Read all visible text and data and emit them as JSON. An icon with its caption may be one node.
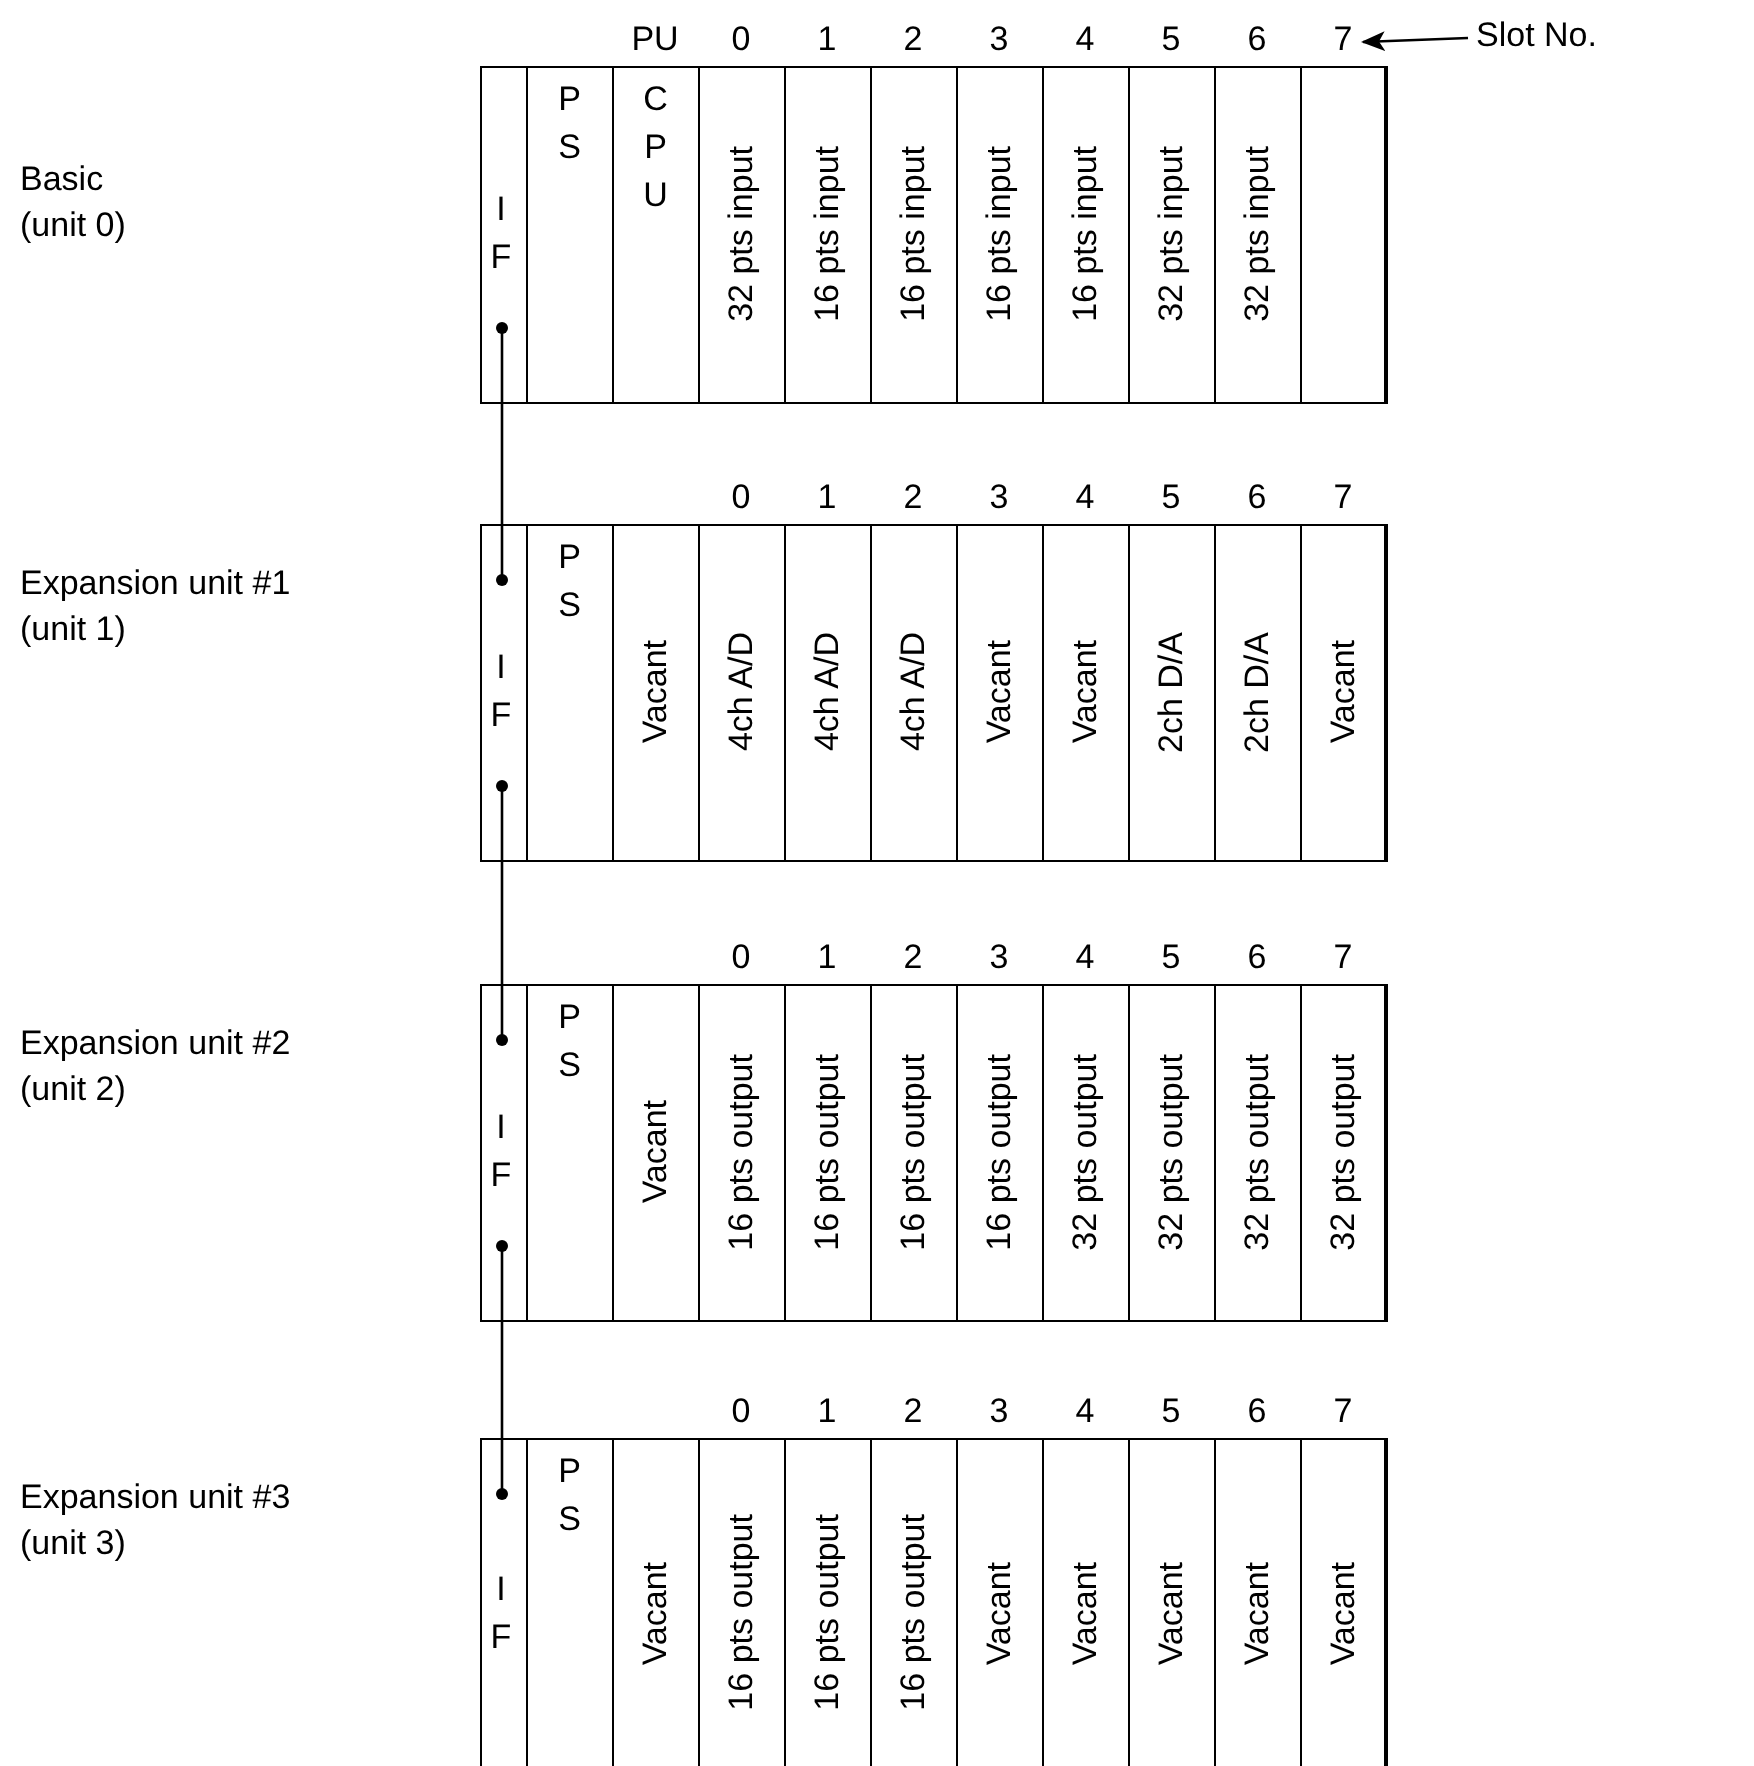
{
  "diagram": {
    "nodes": [
      {
        "text": [],
        "shape": "box"
      },
      {
        "text": [
          "I F"
        ],
        "in": 0
      },
      {
        "text": [
          "P S"
        ],
        "in": 0
      },
      {
        "text": [
          "C P U"
        ],
        "in": 0,
        "beside": [
          "PU"
        ]
      },
      {
        "text": [
          "32 pts input"
        ],
        "in": 0,
        "beside": [
          "0"
        ]
      },
      {
        "text": [
          "16 pts input"
        ],
        "in": 0,
        "beside": [
          "1"
        ]
      },
      {
        "text": [
          "16 pts input"
        ],
        "in": 0,
        "beside": [
          "2"
        ]
      },
      {
        "text": [
          "16 pts input"
        ],
        "in": 0,
        "beside": [
          "3"
        ]
      },
      {
        "text": [
          "16 pts input"
        ],
        "in": 0,
        "beside": [
          "4"
        ]
      },
      {
        "text": [
          "32 pts input"
        ],
        "in": 0,
        "beside": [
          "5"
        ]
      },
      {
        "text": [
          "32 pts input"
        ],
        "in": 0,
        "beside": [
          "6"
        ]
      },
      {
        "text": [],
        "shape": "box",
        "in": 0,
        "beside": [
          "7"
        ]
      },
      {
        "text": [],
        "shape": "box"
      },
      {
        "text": [
          "I F"
        ],
        "in": 12
      },
      {
        "text": [
          "P S"
        ],
        "in": 12
      },
      {
        "text": [
          "Vacant"
        ],
        "in": 12
      },
      {
        "text": [
          "4ch A/D"
        ],
        "in": 12,
        "beside": [
          "0"
        ]
      },
      {
        "text": [
          "4ch A/D"
        ],
        "in": 12,
        "beside": [
          "1"
        ]
      },
      {
        "text": [
          "4ch A/D"
        ],
        "in": 12,
        "beside": [
          "2"
        ]
      },
      {
        "text": [
          "Vacant"
        ],
        "in": 12,
        "beside": [
          "3"
        ]
      },
      {
        "text": [
          "Vacant"
        ],
        "in": 12,
        "beside": [
          "4"
        ]
      },
      {
        "text": [
          "2ch D/A"
        ],
        "in": 12,
        "beside": [
          "5"
        ]
      },
      {
        "text": [
          "2ch D/A"
        ],
        "in": 12,
        "beside": [
          "6"
        ]
      },
      {
        "text": [
          "Vacant"
        ],
        "in": 12,
        "beside": [
          "7"
        ]
      },
      {
        "text": [],
        "shape": "box"
      },
      {
        "text": [
          "I F"
        ],
        "in": 24
      },
      {
        "text": [
          "P S"
        ],
        "in": 24
      },
      {
        "text": [
          "Vacant"
        ],
        "in": 24
      },
      {
        "text": [
          "16 pts output"
        ],
        "in": 24,
        "beside": [
          "0"
        ]
      },
      {
        "text": [
          "16 pts output"
        ],
        "in": 24,
        "beside": [
          "1"
        ]
      },
      {
        "text": [
          "16 pts output"
        ],
        "in": 24,
        "beside": [
          "2"
        ]
      },
      {
        "text": [
          "16 pts output"
        ],
        "in": 24,
        "beside": [
          "3"
        ]
      },
      {
        "text": [
          "32 pts output"
        ],
        "in": 24,
        "beside": [
          "4"
        ]
      },
      {
        "text": [
          "32 pts output"
        ],
        "in": 24,
        "beside": [
          "5"
        ]
      },
      {
        "text": [
          "32 pts output"
        ],
        "in": 24,
        "beside": [
          "6"
        ]
      },
      {
        "text": [
          "32 pts output"
        ],
        "in": 24,
        "beside": [
          "7"
        ]
      },
      {
        "text": [],
        "shape": "box"
      },
      {
        "text": [
          "I F"
        ],
        "in": 36
      },
      {
        "text": [
          "P S"
        ],
        "in": 36
      },
      {
        "text": [
          "Vacant"
        ],
        "in": 36
      },
      {
        "text": [
          "16 pts output"
        ],
        "in": 36,
        "beside": [
          "0"
        ]
      },
      {
        "text": [
          "16 pts output"
        ],
        "in": 36,
        "beside": [
          "1"
        ]
      },
      {
        "text": [
          "16 pts output"
        ],
        "in": 36,
        "beside": [
          "2"
        ]
      },
      {
        "text": [
          "Vacant"
        ],
        "in": 36,
        "beside": [
          "3"
        ]
      },
      {
        "text": [
          "Vacant"
        ],
        "in": 36,
        "beside": [
          "4"
        ]
      },
      {
        "text": [
          "Vacant"
        ],
        "in": 36,
        "beside": [
          "5"
        ]
      },
      {
        "text": [
          "Vacant"
        ],
        "in": 36,
        "beside": [
          "6"
        ]
      },
      {
        "text": [
          "Vacant"
        ],
        "in": 36,
        "beside": [
          "7"
        ]
      },
      {
        "text": [
          "Slot No."
        ]
      }
    ],
    "edges": [
      {
        "from": 1,
        "to": 13,
        "arrow": "other"
      },
      {
        "from": 13,
        "to": 25,
        "arrow": "other"
      },
      {
        "from": 25,
        "to": 37,
        "arrow": "other"
      },
      {
        "from": 48,
        "to": 11,
        "arrow": "to"
      }
    ],
    "labels": [
      "Basic (unit 0)",
      "Expansion unit #1 (unit 1)",
      "Expansion unit #2 (unit 2)",
      "Expansion unit #3 (unit 3)"
    ]
  }
}
